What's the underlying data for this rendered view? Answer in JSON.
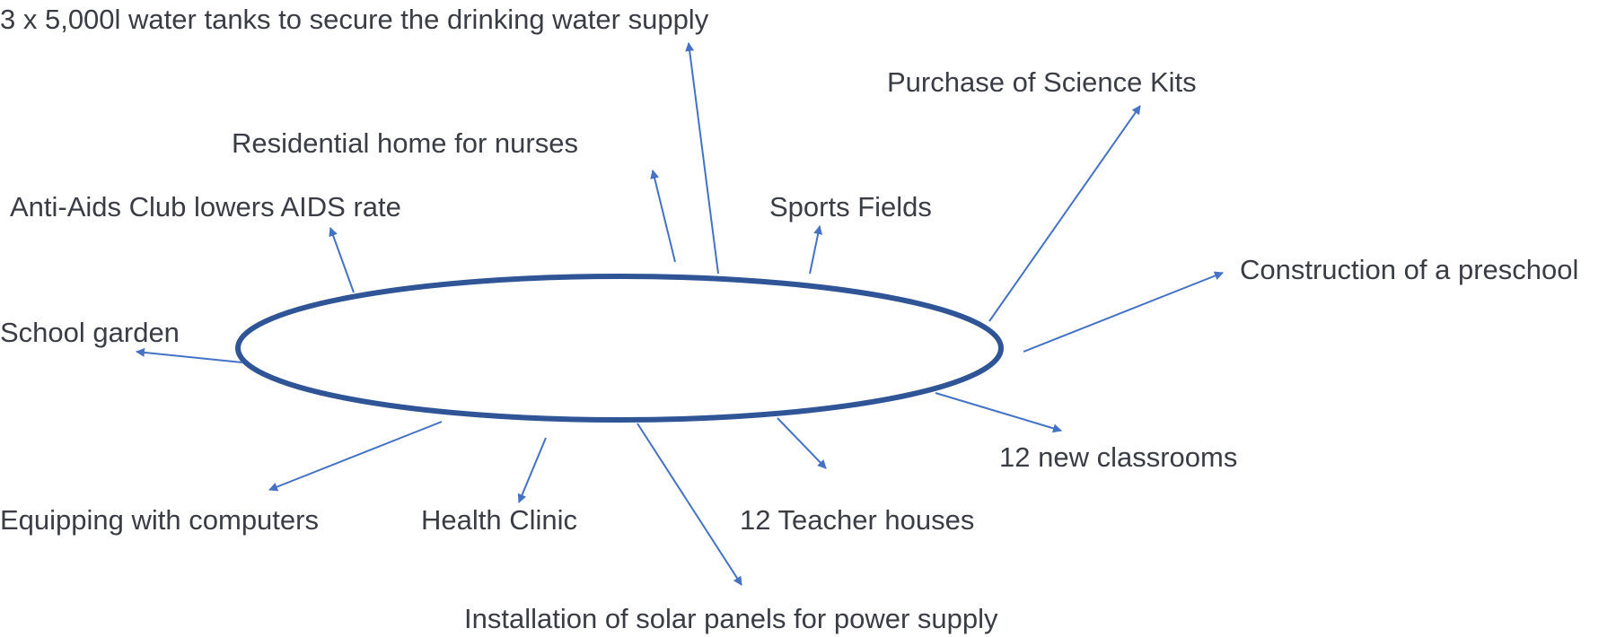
{
  "center_label": "",
  "colors": {
    "ellipse_stroke": "#2f5597",
    "arrow": "#4472c4",
    "text": "#3a3d44"
  },
  "items": {
    "water_tanks": "3 x 5,000l water tanks to secure the drinking water supply",
    "science_kits": "Purchase of Science Kits",
    "nurses_home": "Residential home for nurses",
    "sports_fields": "Sports Fields",
    "anti_aids": "Anti-Aids Club lowers AIDS rate",
    "preschool": "Construction of a preschool",
    "school_garden": "School garden",
    "new_classrooms": "12 new classrooms",
    "computers": "Equipping with computers",
    "health_clinic": "Health Clinic",
    "teacher_houses": "12 Teacher houses",
    "solar_panels": "Installation of solar panels for power supply"
  }
}
